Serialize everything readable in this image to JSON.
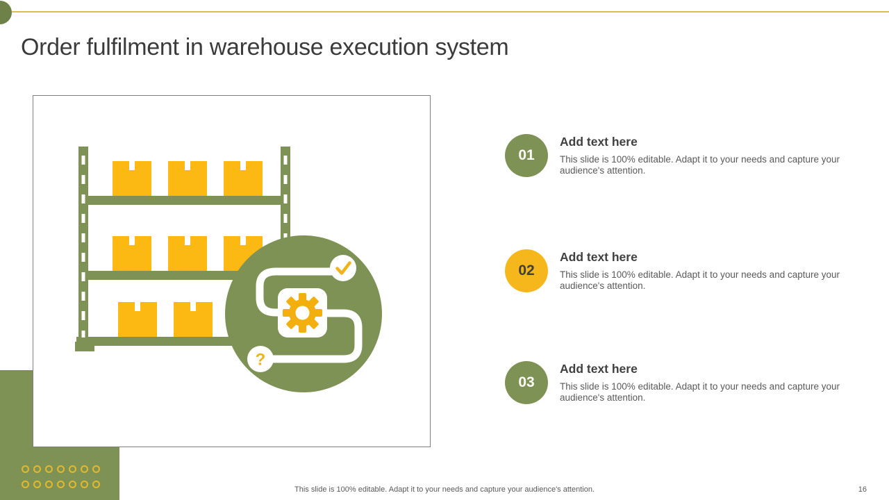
{
  "slide": {
    "title": "Order fulfilment in warehouse execution system",
    "footer": "This slide is 100% editable. Adapt it to your needs and capture your audience's attention.",
    "page_number": "16"
  },
  "items": [
    {
      "number": "01",
      "heading": "Add text here",
      "body": "This slide is 100% editable. Adapt it to your needs and capture your audience's attention."
    },
    {
      "number": "02",
      "heading": "Add text here",
      "body": "This slide is 100% editable. Adapt it to your needs and capture your audience's attention."
    },
    {
      "number": "03",
      "heading": "Add text here",
      "body": "This slide is 100% editable. Adapt it to your needs and capture your audience's attention."
    }
  ],
  "illustration": {
    "icons": [
      "warehouse-shelf-icon",
      "crate-icon",
      "process-flow-icon",
      "gear-icon",
      "checkmark-icon",
      "question-mark-icon"
    ],
    "question_glyph": "?"
  },
  "decor": {
    "dot_rows": 2,
    "dots_per_row": 7
  },
  "colors": {
    "olive": "#7F9255",
    "olive_dark": "#6E8148",
    "yellow_box": "#FDB913",
    "yellow_accent": "#F5B71C",
    "gear_yellow": "#F2AF0E",
    "gold_line": "#DDBC52",
    "title_text": "#3B3B3B",
    "body_text": "#595959"
  }
}
